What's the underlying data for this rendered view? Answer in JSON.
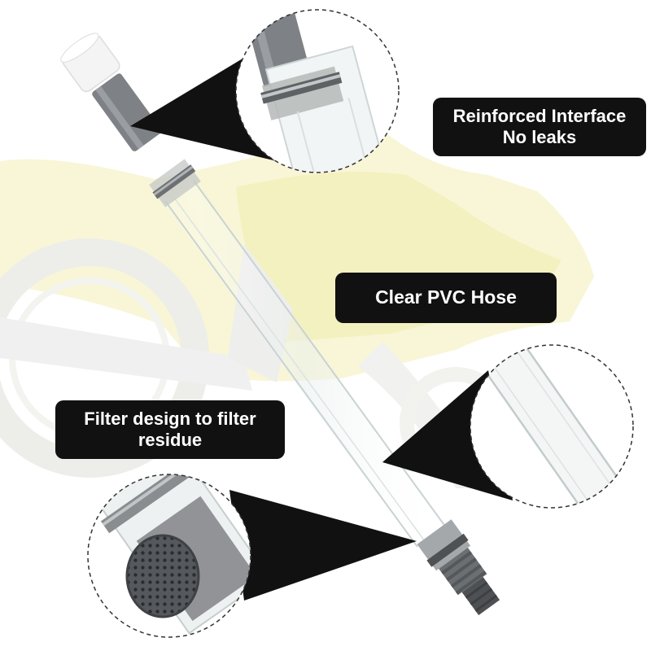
{
  "callouts": {
    "interface": {
      "line1": "Reinforced Interface",
      "line2": "No leaks"
    },
    "hose": {
      "line1": "Clear PVC Hose"
    },
    "filter": {
      "line1": "Filter design to filter",
      "line2": "residue"
    }
  },
  "colors": {
    "label_background": "#111111",
    "label_text": "#ffffff",
    "motorcycle_tint": "#f3f0b8",
    "fitting_gray": "#7a7d80",
    "cap_white": "#f4f4f4"
  },
  "icons": [
    "motorcycle-background",
    "siphon-tube",
    "white-cap",
    "hose-clamp",
    "threaded-fitting",
    "filter-screen"
  ]
}
